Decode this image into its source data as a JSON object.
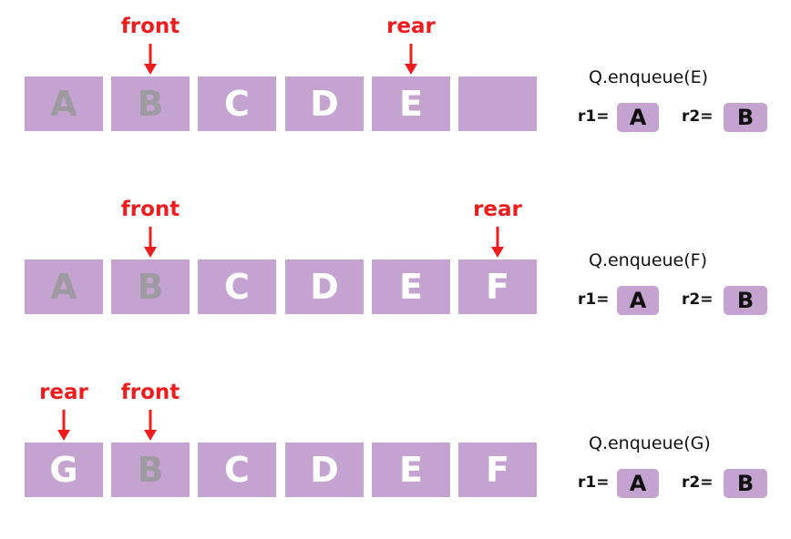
{
  "rows": [
    {
      "cells": [
        "A",
        "B",
        "C",
        "D",
        "E",
        ""
      ],
      "pointers": [
        {
          "label": "front"
        },
        {
          "label": "rear"
        }
      ],
      "operation": "Q.enqueue(E)",
      "r1_label": "r1=",
      "r1_value": "A",
      "r2_label": "r2=",
      "r2_value": "B"
    },
    {
      "cells": [
        "A",
        "B",
        "C",
        "D",
        "E",
        "F"
      ],
      "pointers": [
        {
          "label": "front"
        },
        {
          "label": "rear"
        }
      ],
      "operation": "Q.enqueue(F)",
      "r1_label": "r1=",
      "r1_value": "A",
      "r2_label": "r2=",
      "r2_value": "B"
    },
    {
      "cells": [
        "G",
        "B",
        "C",
        "D",
        "E",
        "F"
      ],
      "pointers": [
        {
          "label": "rear"
        },
        {
          "label": "front"
        }
      ],
      "operation": "Q.enqueue(G)",
      "r1_label": "r1=",
      "r1_value": "A",
      "r2_label": "r2=",
      "r2_value": "B"
    }
  ],
  "colors": {
    "cell_fill": "#c4a3d0",
    "active_text": "#ffffff",
    "removed_text": "#9e9aa1",
    "pointer": "#ee1c1c"
  }
}
